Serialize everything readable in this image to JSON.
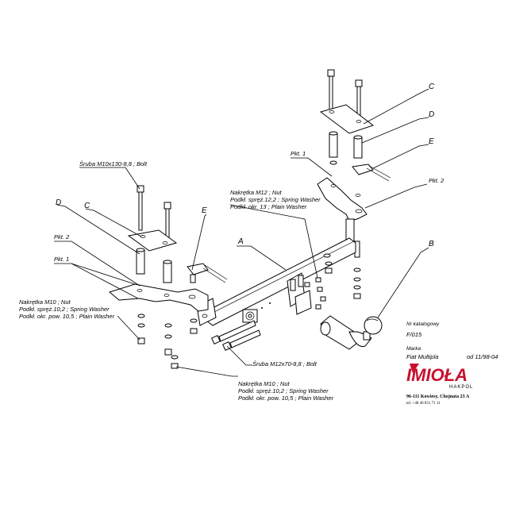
{
  "labels": {
    "screw_top": "Śruba M10x130-8,8 ; Bolt",
    "nut_m12": [
      "Nakrętka M12 ; Nut",
      "Podkł. spręż.12,2 ; Spring Washer",
      "Podkł. okr. 13 ; Plain Washer"
    ],
    "nut_m10_left": [
      "Nakrętka M10 ; Nut",
      "Podkł. spręż.10,2 ; Spring Washer",
      "Podkł. okr. pow. 10,5 ; Plain Washer"
    ],
    "nut_m10_bottom": [
      "Nakrętka M10 ; Nut",
      "Podkł. spręż.10,2 ; Spring Washer",
      "Podkł. okr. pow. 10,5 ; Plain Washer"
    ],
    "screw_m12": "Śruba M12x70-8,8 ; Bolt",
    "pkt1_left": "Pkt. 1",
    "pkt2_left": "Pkt. 2",
    "pkt1_right": "Pkt. 1",
    "pkt2_right": "Pkt. 2",
    "A": "A",
    "B": "B",
    "C_left": "C",
    "C_right": "C",
    "D_left": "D",
    "D_right": "D",
    "E_left": "E",
    "E_right": "E"
  },
  "info": {
    "catalog_label": "Nr katalogowy",
    "catalog_number": "F/015",
    "make_label": "Marka",
    "make": "Fiat  Multipla",
    "date": "od 11/98-04"
  },
  "brand": {
    "name": "IMIOŁA",
    "sub": "HAKPOL",
    "address": "96-111 Kowiesy, Chojnata 23 A",
    "phone": "tel. +48 46 831 71 11",
    "color": "#c8102e"
  }
}
